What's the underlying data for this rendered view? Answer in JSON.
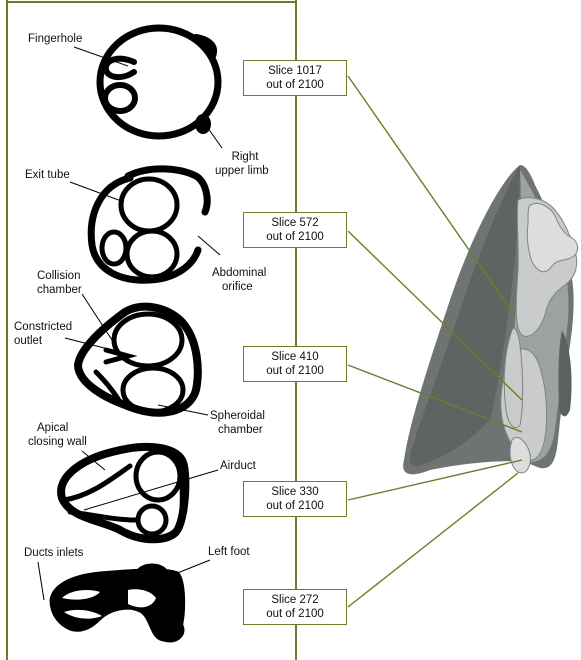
{
  "colors": {
    "frame": "#6b7d2a",
    "ink": "#000000",
    "render_body": "#6f7472",
    "render_light": "#c9ccca"
  },
  "slices": [
    {
      "line1": "Slice 1017",
      "line2": "out of 2100"
    },
    {
      "line1": "Slice 572",
      "line2": "out of 2100"
    },
    {
      "line1": "Slice 410",
      "line2": "out of 2100"
    },
    {
      "line1": "Slice 330",
      "line2": "out of 2100"
    },
    {
      "line1": "Slice 272",
      "line2": "out of 2100"
    }
  ],
  "labels": {
    "fingerhole": "Fingerhole",
    "right_upper_limb_1": "Right",
    "right_upper_limb_2": "upper limb",
    "exit_tube": "Exit tube",
    "abdominal_orifice_1": "Abdominal",
    "abdominal_orifice_2": "orifice",
    "collision_chamber_1": "Collision",
    "collision_chamber_2": "chamber",
    "constricted_outlet_1": "Constricted",
    "constricted_outlet_2": "outlet",
    "spheroidal_chamber_1": "Spheroidal",
    "spheroidal_chamber_2": "chamber",
    "apical_closing_wall_1": "Apical",
    "apical_closing_wall_2": "closing wall",
    "airduct": "Airduct",
    "ducts_inlets": "Ducts inlets",
    "left_foot": "Left foot"
  }
}
